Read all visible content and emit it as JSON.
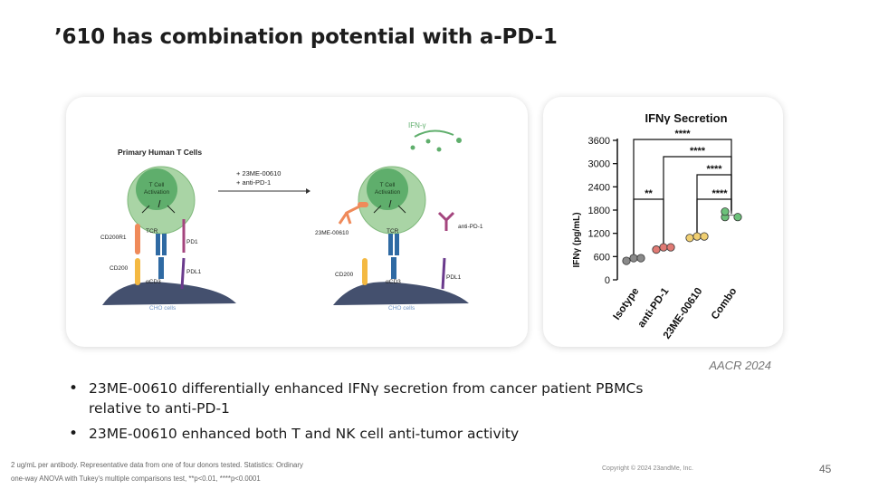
{
  "slide": {
    "title": "’610 has combination potential with a-PD-1",
    "citation": "AACR 2024",
    "bullets": [
      "23ME-00610 differentially enhanced IFNγ secretion from cancer patient PBMCs relative to anti-PD-1",
      "23ME-00610 enhanced both T and NK cell anti-tumor activity"
    ],
    "footnote": "2 ug/mL per antibody. Representative data from one of four donors tested. Statistics: Ordinary one-way ANOVA with Tukey's multiple comparisons test, **p<0.01, ****p<0.0001",
    "copyright": "Copyright © 2024 23andMe, Inc.",
    "page_number": "45"
  },
  "diagram": {
    "section_title": "Primary Human T Cells",
    "cell_label": "T Cell Activation",
    "treatment_label_1": "+ 23ME-00610",
    "treatment_label_2": "+ anti-PD-1",
    "cytokine_label": "IFN-γ",
    "left_labels": {
      "tcr": "TCR",
      "cd200r1": "CD200R1",
      "pd1": "PD1",
      "cd200": "CD200",
      "pdl1": "PDL1",
      "acd3": "αCD3",
      "cho": "CHO cells"
    },
    "right_labels": {
      "antibody": "23ME-00610",
      "tcr": "TCR",
      "anti_pd1": "anti-PD-1",
      "cd200": "CD200",
      "pdl1": "PDL1",
      "acd3": "αCD3",
      "cho": "CHO cells"
    },
    "colors": {
      "cell_outer": "#a9d4a5",
      "cell_inner": "#5fae6c",
      "cho": "#44506e",
      "tcr": "#2f6aa3",
      "cd200r1": "#ef8a5a",
      "cd200": "#f4b942",
      "pd1": "#a4457e",
      "pdl1": "#6a3a8c"
    }
  },
  "chart_data": {
    "type": "scatter",
    "title": "IFNγ Secretion",
    "xlabel": "",
    "ylabel": "IFNγ (pg/mL)",
    "categories": [
      "Isotype",
      "anti-PD-1",
      "23ME-00610",
      "Combo"
    ],
    "yticks": [
      0,
      600,
      1200,
      1800,
      2400,
      3000,
      3600
    ],
    "ylim": [
      0,
      3600
    ],
    "grid": false,
    "series": [
      {
        "category": "Isotype",
        "values": [
          490,
          560,
          560
        ],
        "color": "#8a8a8a"
      },
      {
        "category": "anti-PD-1",
        "values": [
          780,
          840,
          840
        ],
        "color": "#e07a74"
      },
      {
        "category": "23ME-00610",
        "values": [
          1080,
          1120,
          1120
        ],
        "color": "#f0cf72"
      },
      {
        "category": "Combo",
        "values": [
          1620,
          1620,
          1760
        ],
        "color": "#6cc17a"
      }
    ],
    "significance": [
      {
        "from": "Isotype",
        "to": "Combo",
        "label": "****"
      },
      {
        "from": "anti-PD-1",
        "to": "Combo",
        "label": "****"
      },
      {
        "from": "23ME-00610",
        "to": "Combo",
        "label": "****"
      },
      {
        "from": "Isotype",
        "to": "anti-PD-1",
        "label": "**"
      },
      {
        "from": "23ME-00610",
        "to": "Combo",
        "label": "****"
      }
    ]
  }
}
